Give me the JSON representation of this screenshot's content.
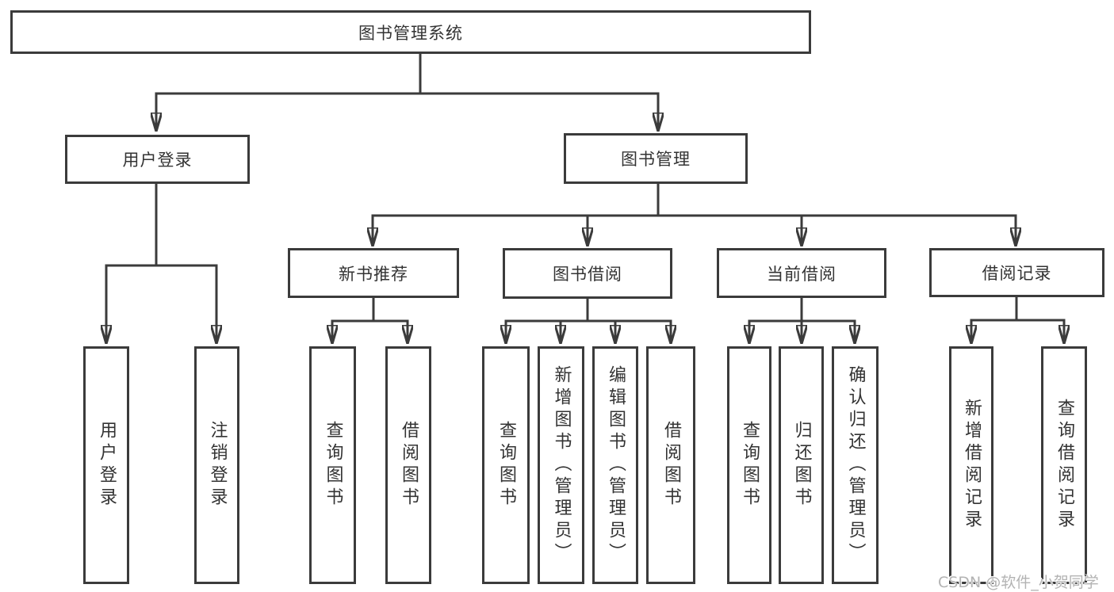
{
  "diagram": {
    "title": "图书管理系统",
    "colors": {
      "line": "#3b3b3b",
      "text": "#333333",
      "background": "#ffffff",
      "watermark": "#b3b3b3"
    },
    "nodes": {
      "root": "图书管理系统",
      "user_login": "用户登录",
      "book_mgmt": "图书管理",
      "new_books": "新书推荐",
      "book_borrow": "图书借阅",
      "current_borrow": "当前借阅",
      "borrow_records": "借阅记录",
      "leaf_user_login": "用户登录",
      "leaf_logout": "注销登录",
      "nb_query": "查询图书",
      "nb_borrow": "借阅图书",
      "bb_query": "查询图书",
      "bb_add": "新增图书（管理员）",
      "bb_edit": "编辑图书（管理员）",
      "bb_borrow": "借阅图书",
      "cb_query": "查询图书",
      "cb_return": "归还图书",
      "cb_confirm": "确认归还（管理员）",
      "br_add": "新增借阅记录",
      "br_query": "查询借阅记录"
    },
    "structure": {
      "图书管理系统": {
        "用户登录": [
          "用户登录",
          "注销登录"
        ],
        "图书管理": {
          "新书推荐": [
            "查询图书",
            "借阅图书"
          ],
          "图书借阅": [
            "查询图书",
            "新增图书（管理员）",
            "编辑图书（管理员）",
            "借阅图书"
          ],
          "当前借阅": [
            "查询图书",
            "归还图书",
            "确认归还（管理员）"
          ],
          "借阅记录": [
            "新增借阅记录",
            "查询借阅记录"
          ]
        }
      }
    },
    "watermark": "CSDN @软件_小贺同学"
  }
}
